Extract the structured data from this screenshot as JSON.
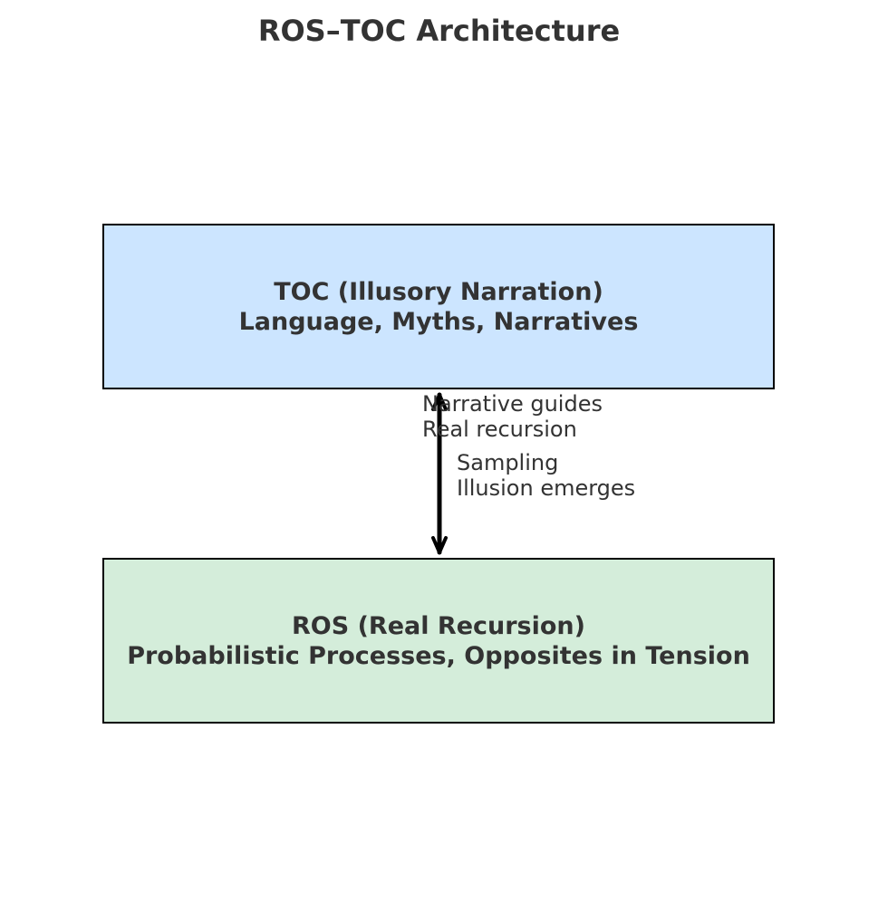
{
  "title": "ROS–TOC Architecture",
  "colors": {
    "toc_fill": "#cce5ff",
    "ros_fill": "#d4edda",
    "border": "#000000",
    "text": "#333333",
    "arrow": "#000000"
  },
  "toc_box": {
    "line1": "TOC (Illusory Narration)",
    "line2": "Language, Myths, Narratives"
  },
  "ros_box": {
    "line1": "ROS (Real Recursion)",
    "line2": "Probabilistic Processes, Opposites in Tension"
  },
  "arrow_up_label": {
    "line1": "Narrative guides",
    "line2": "Real recursion"
  },
  "arrow_down_label": {
    "line1": "Sampling",
    "line2": "Illusion emerges"
  }
}
